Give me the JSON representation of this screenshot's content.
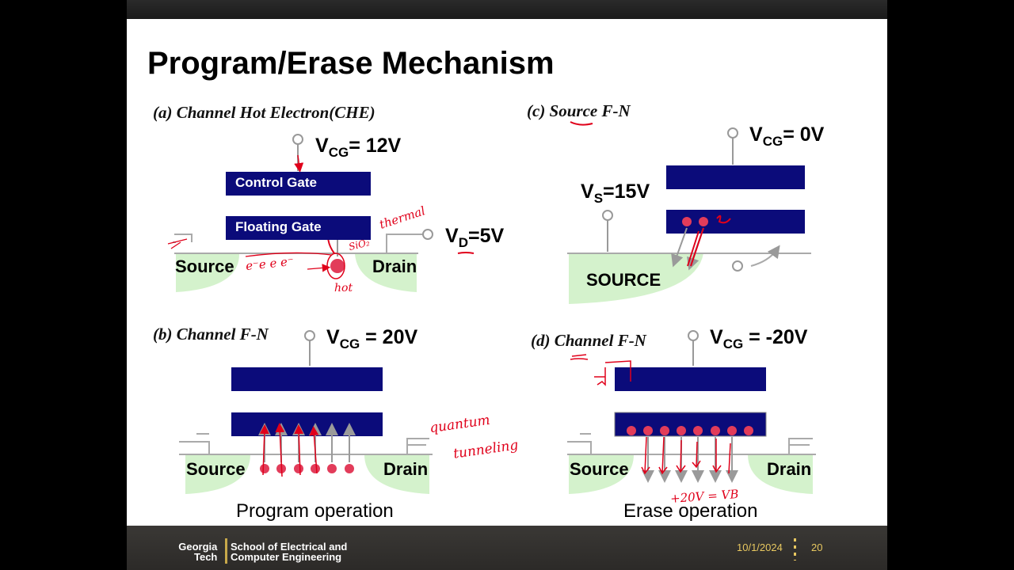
{
  "slide": {
    "title": "Program/Erase Mechanism",
    "panel_a": {
      "label": "(a) Channel Hot Electron(CHE)",
      "vcg": "= 12V",
      "control_gate": "Control Gate",
      "floating_gate": "Floating Gate",
      "vd": "=5V",
      "source": "Source",
      "drain": "Drain"
    },
    "panel_b": {
      "label": "(b) Channel F-N",
      "vcg": " = 20V",
      "source": "Source",
      "drain": "Drain",
      "caption": "Program operation"
    },
    "panel_c": {
      "label": "(c) Source F-N",
      "vcg": "= 0V",
      "vs": "=15V",
      "source": "SOURCE"
    },
    "panel_d": {
      "label": "(d) Channel F-N",
      "vcg": " = -20V",
      "source": "Source",
      "drain": "Drain",
      "caption": "Erase operation"
    },
    "annotations": {
      "a_thermal": "thermal",
      "a_electrons": "e⁻e e e⁻",
      "a_hot": "hot",
      "a_sio2": "SiO₂",
      "b_quantum": "quantum",
      "b_tunneling": "tunneling",
      "d_vb": "+20V = VB"
    }
  },
  "footer": {
    "logo_line1": "Georgia",
    "logo_line2": "Tech",
    "school_line1": "School of Electrical and",
    "school_line2": "Computer Engineering",
    "date": "10/1/2024",
    "page": "20"
  },
  "colors": {
    "gate": "#0b0b7a",
    "substrate": "#d4f2cc",
    "electron": "#e23c5a",
    "ink": "#e0001a",
    "footer_accent": "#c7a84a"
  }
}
